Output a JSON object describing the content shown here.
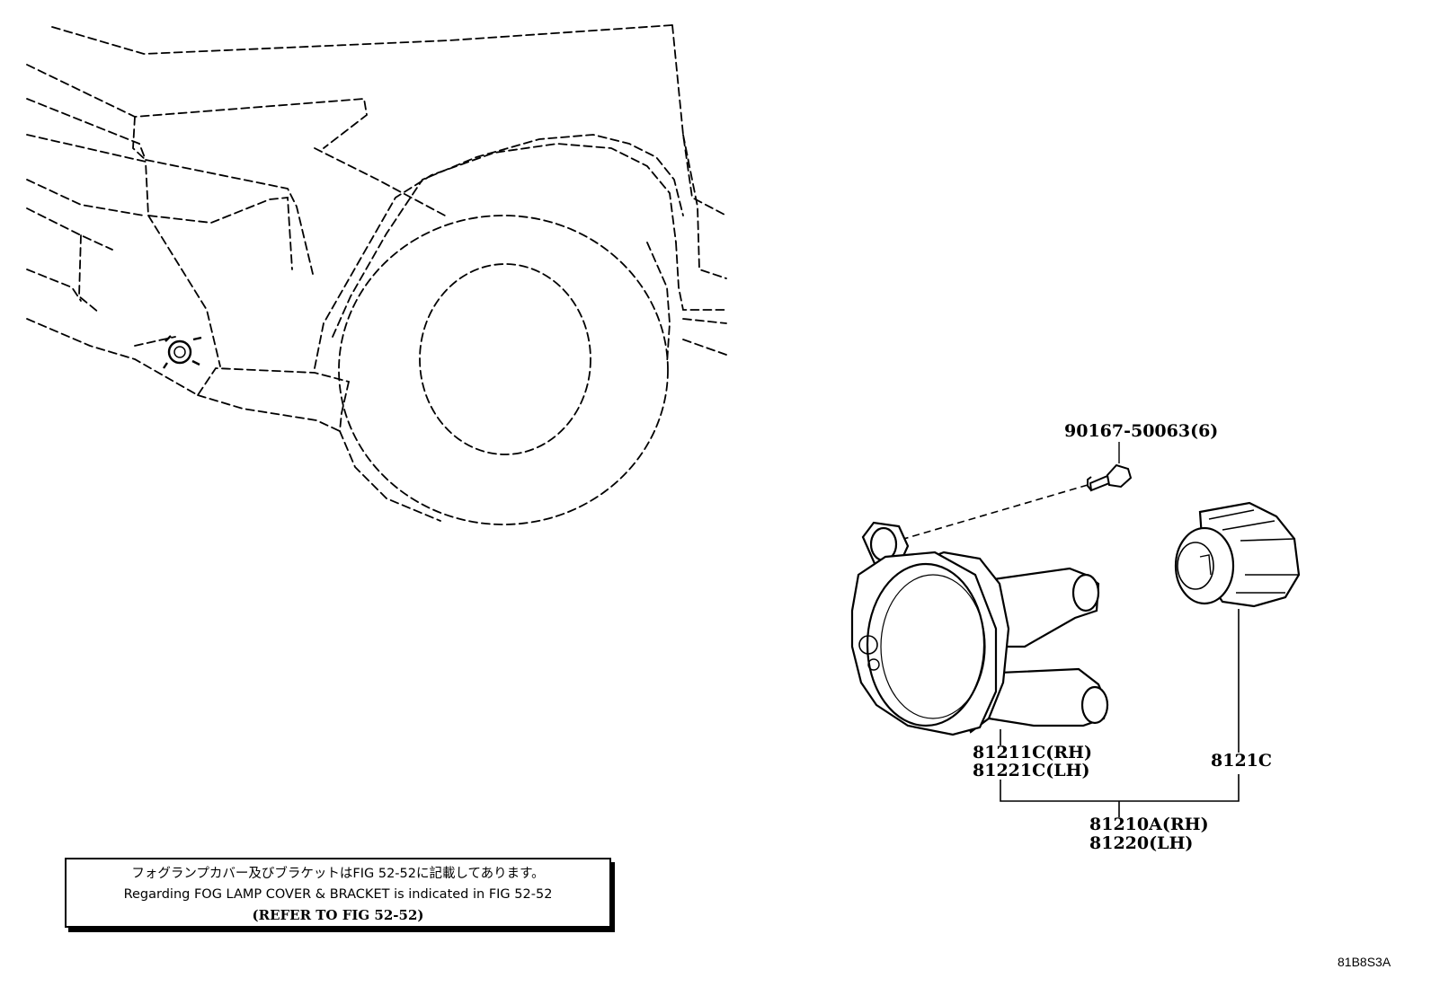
{
  "parts": {
    "bolt": "90167-50063(6)",
    "fog_lamp_unit_rh": "81211C(RH)",
    "fog_lamp_unit_lh": "81221C(LH)",
    "bulb": "8121C",
    "assembly_rh": "81210A(RH)",
    "assembly_lh": "81220(LH)"
  },
  "note": {
    "line_jp": "フォグランプカバー及びブラケットはFIG 52-52に記載してあります。",
    "line_en": "Regarding FOG LAMP COVER & BRACKET is indicated in FIG 52-52",
    "line_ref": "(REFER TO FIG 52-52)"
  },
  "illustration_code": "81B8S3A"
}
